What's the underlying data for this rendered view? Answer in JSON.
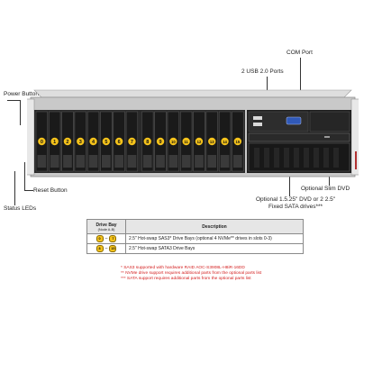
{
  "callouts": {
    "power_button": "Power Button",
    "reset_button": "Reset Button",
    "status_leds": "Status LEDs",
    "com_port": "COM Port",
    "usb_ports": "2 USB 2.0 Ports",
    "optional_slim_dvd": "Optional Slim DVD",
    "optional_dvd_fixed": "Optional 1.5.25\" DVD or 2 2.5\" Fixed SATA drives***"
  },
  "drive_bays": [
    "0",
    "1",
    "2",
    "3",
    "4",
    "5",
    "6",
    "7",
    "8",
    "9",
    "10",
    "11",
    "12",
    "13",
    "14",
    "15"
  ],
  "table": {
    "col_bay": "Drive Bay",
    "col_bay_sub": "(Node A-B)",
    "col_desc": "Description",
    "rows": [
      {
        "from": "0",
        "to": "7",
        "desc": "2.5\" Hot-swap SAS3* Drive Bays (optional 4 NVMe** drives in slots 0-3)"
      },
      {
        "from": "8",
        "to": "15",
        "desc": "2.5\" Hot-swap SATA3 Drive Bays"
      }
    ]
  },
  "footnotes": [
    "* SAS3 supported with hardware RAID AOC-S3908L-H8iR-16DD",
    "** NVMe drive support requires additional parts from the optional parts list",
    "*** SATA support requires additional parts from the optional parts list"
  ],
  "colors": {
    "chassis": "#c9c9c9",
    "bay_face": "#1a1a1a",
    "bay_badge": "#f4c21b",
    "footnote": "#d42020"
  }
}
